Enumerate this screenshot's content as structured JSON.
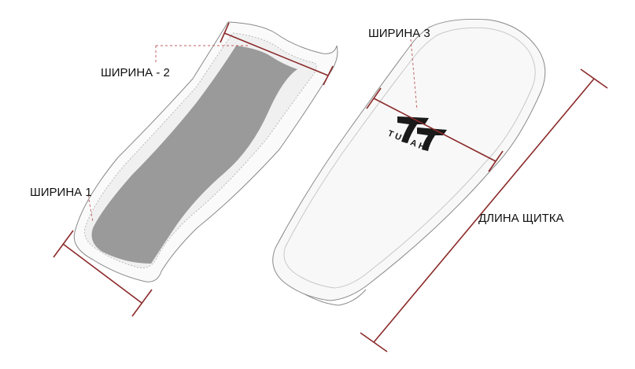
{
  "labels": {
    "width_2": "ШИРИНА - 2",
    "width_1": "ШИРИНА 1",
    "width_3": "ШИРИНА 3",
    "length": "ДЛИНА ЩИТКА"
  },
  "brand": {
    "name": "TUSAH"
  },
  "colors": {
    "measure_line": "#8b2a2a",
    "dashed_guide": "#c06060",
    "outline": "#8a8a8a",
    "inner_pad": "#9a9a9a",
    "shell": "#f4f4f4"
  }
}
